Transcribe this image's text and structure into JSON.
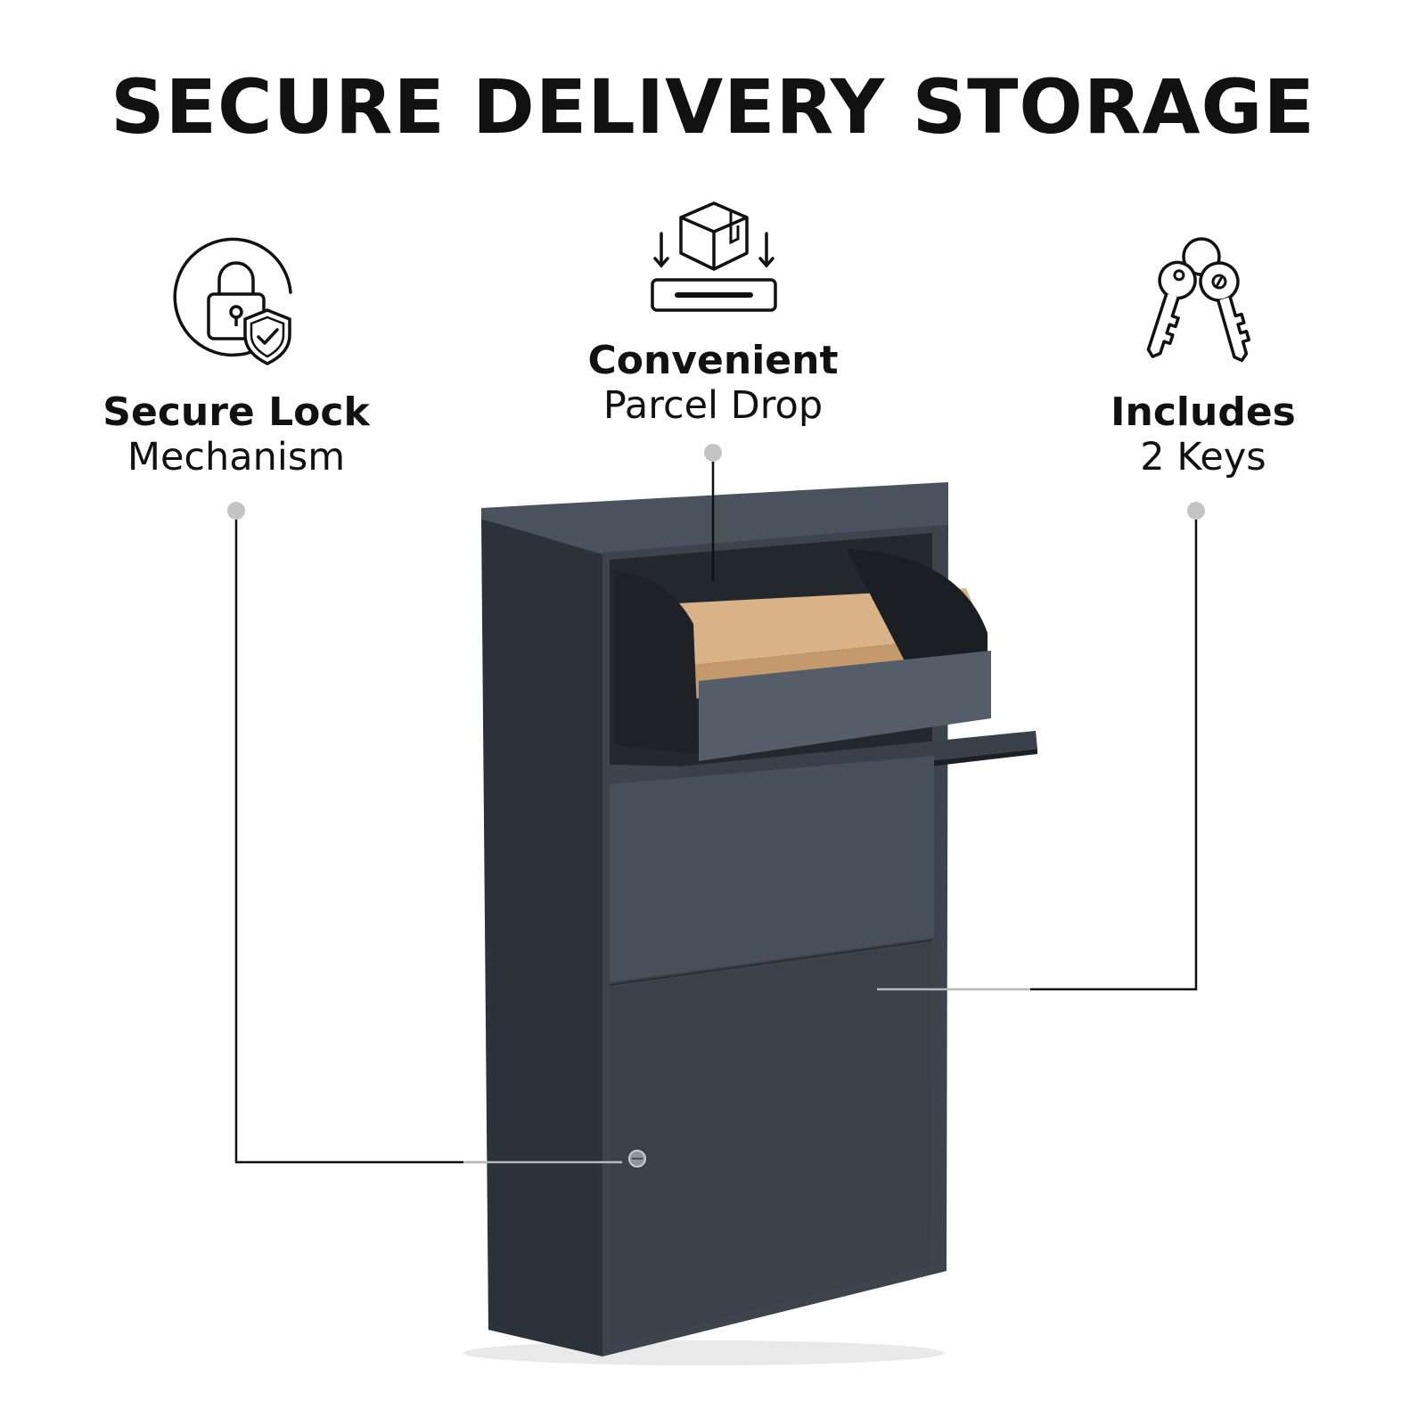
{
  "title": "SECURE DELIVERY STORAGE",
  "features": [
    {
      "bold": "Secure Lock",
      "light": "Mechanism",
      "icon": "lock-shield-icon"
    },
    {
      "bold": "Convenient",
      "light": "Parcel Drop",
      "icon": "parcel-drop-icon"
    },
    {
      "bold": "Includes",
      "light": "2 Keys",
      "icon": "keys-icon"
    }
  ],
  "colors": {
    "cabinet": "#3d444e",
    "cabinet_light": "#4a525d",
    "cabinet_dark": "#2c3239",
    "parcel": "#d2a878",
    "callout_line": "#111111",
    "callout_dot": "#c4c4c4"
  }
}
